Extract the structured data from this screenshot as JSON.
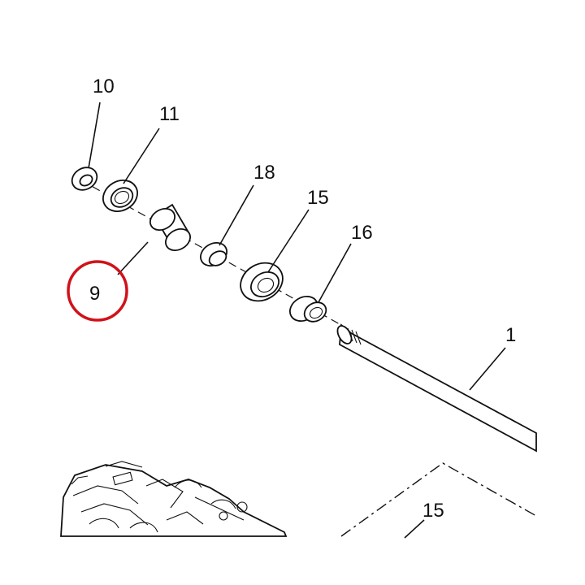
{
  "colors": {
    "ink": "#111111",
    "highlight": "#d0121b",
    "background": "#ffffff"
  },
  "callouts": {
    "c10": "10",
    "c11": "11",
    "c9": "9",
    "c18": "18",
    "c15a": "15",
    "c16": "16",
    "c1": "1",
    "c15b": "15"
  },
  "highlighted_callout": "9"
}
